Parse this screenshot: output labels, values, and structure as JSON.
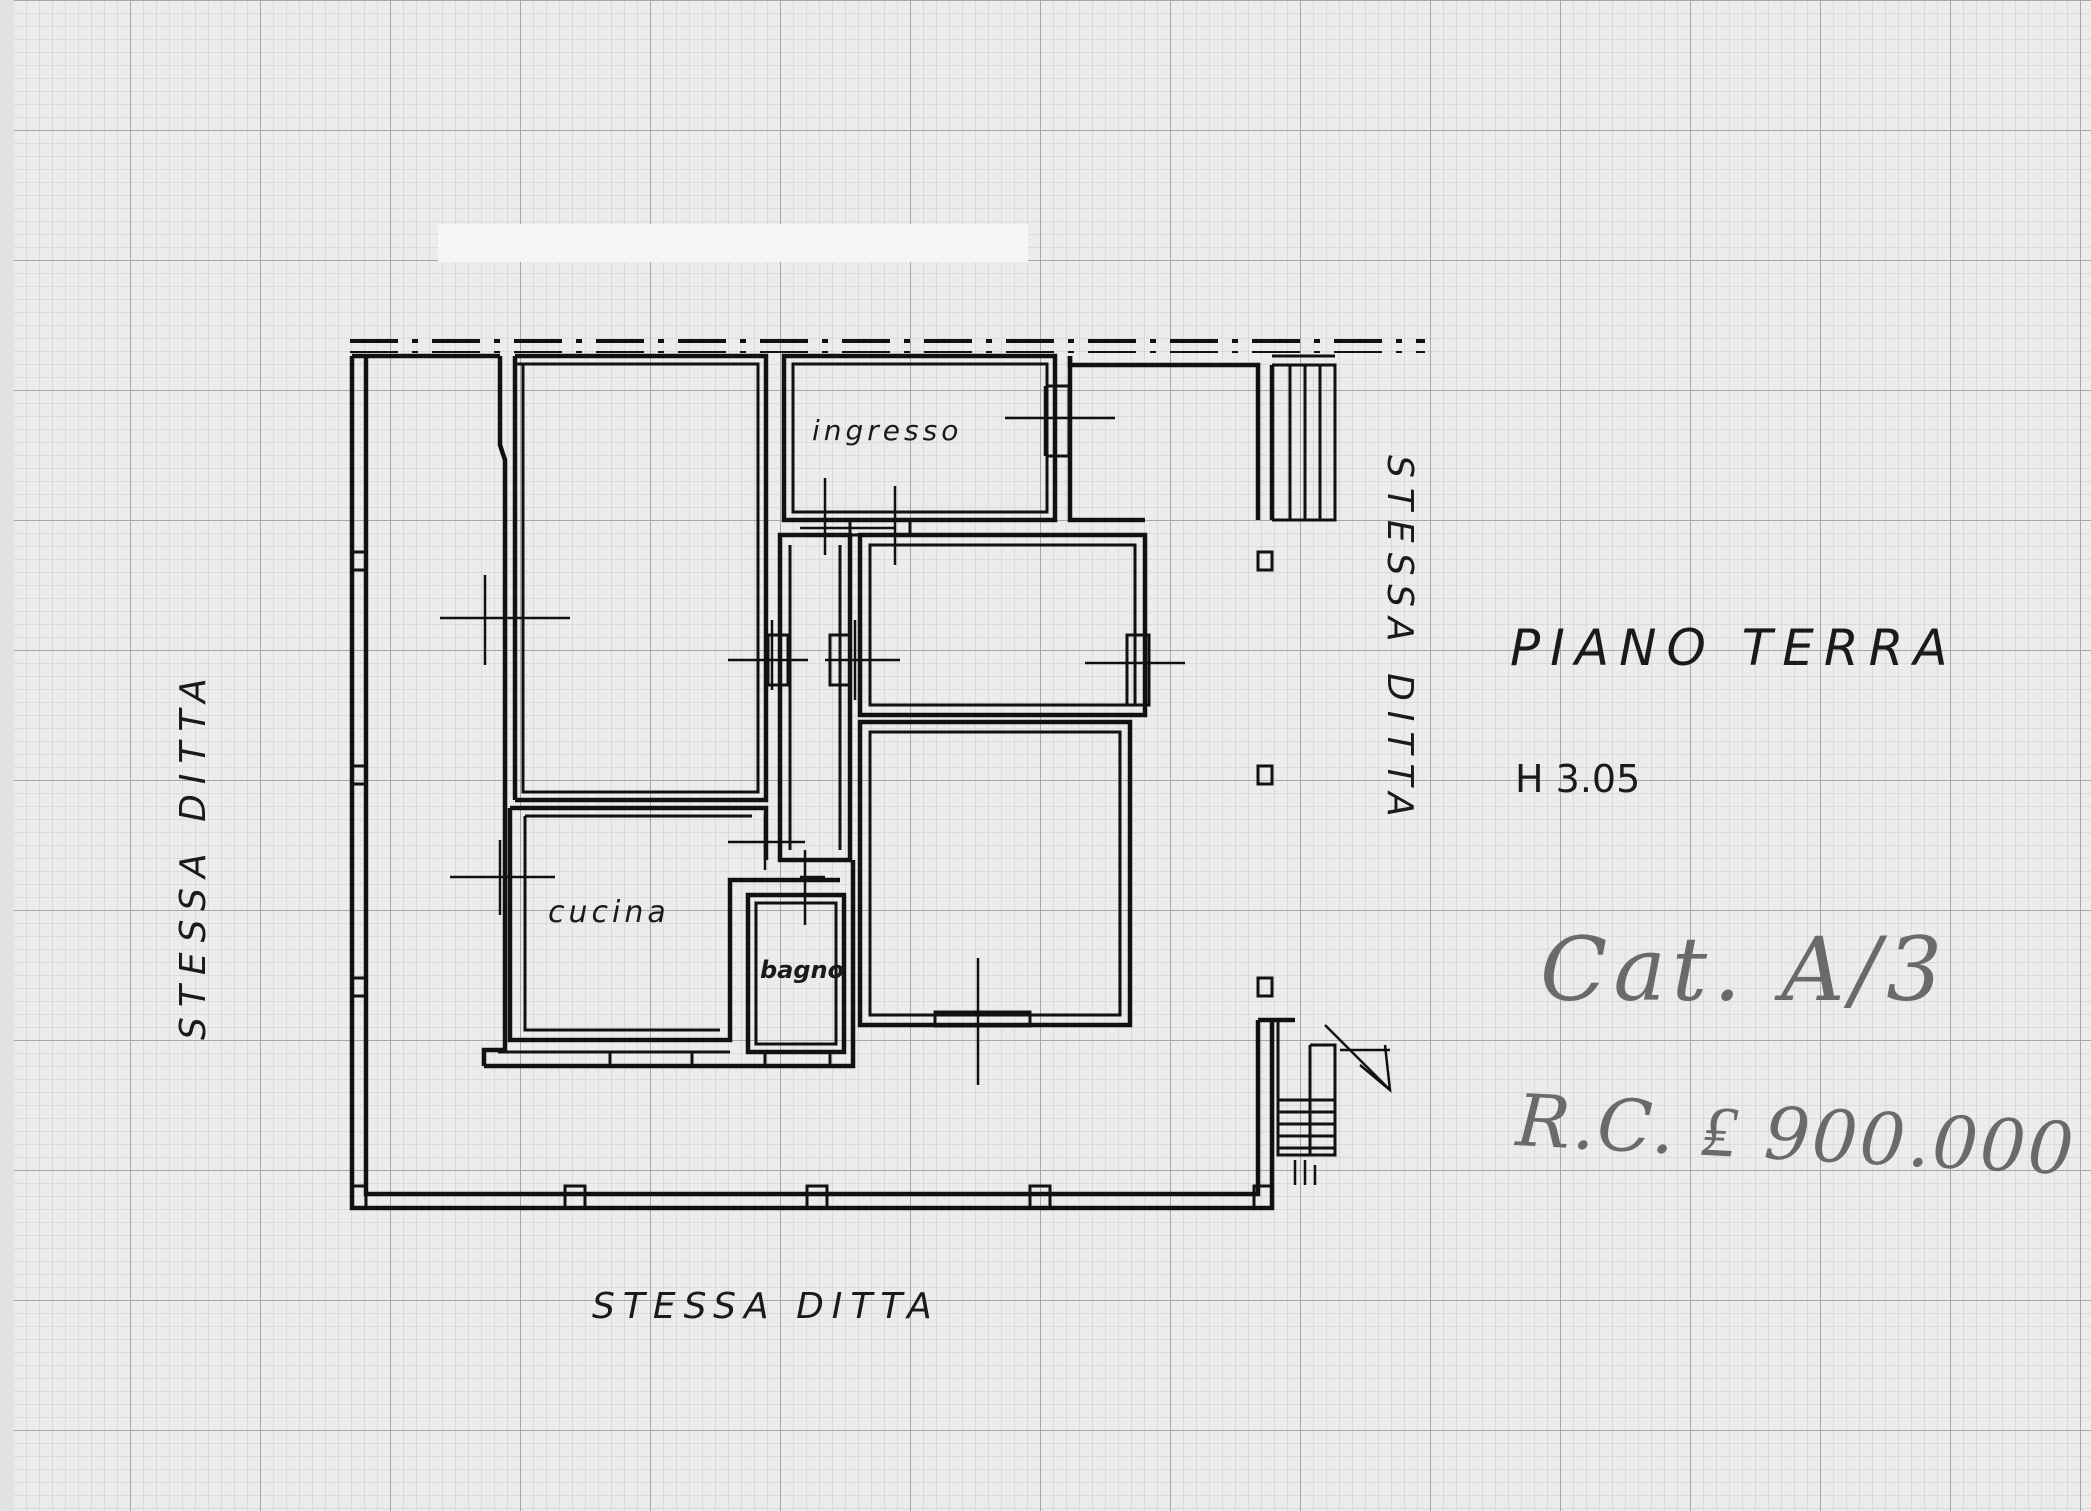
{
  "labels": {
    "ingresso": "ingresso",
    "cucina": "cucina",
    "bagno": "bagno",
    "piano_terra": "PIANO TERRA",
    "height": "H 3.05",
    "left_neighbor": "STESSA DITTA",
    "right_neighbor": "STESSA DITTA",
    "bottom_neighbor": "STESSA DITTA",
    "cat": "Cat. A/3",
    "rc": "R.C. ₤ 900.000"
  },
  "colors": {
    "paper": "#e9e9e9",
    "grid_minor": "#c9c9c9",
    "grid_major": "#a9a9a9",
    "ink": "#111111",
    "pencil": "#6a6a6a"
  }
}
